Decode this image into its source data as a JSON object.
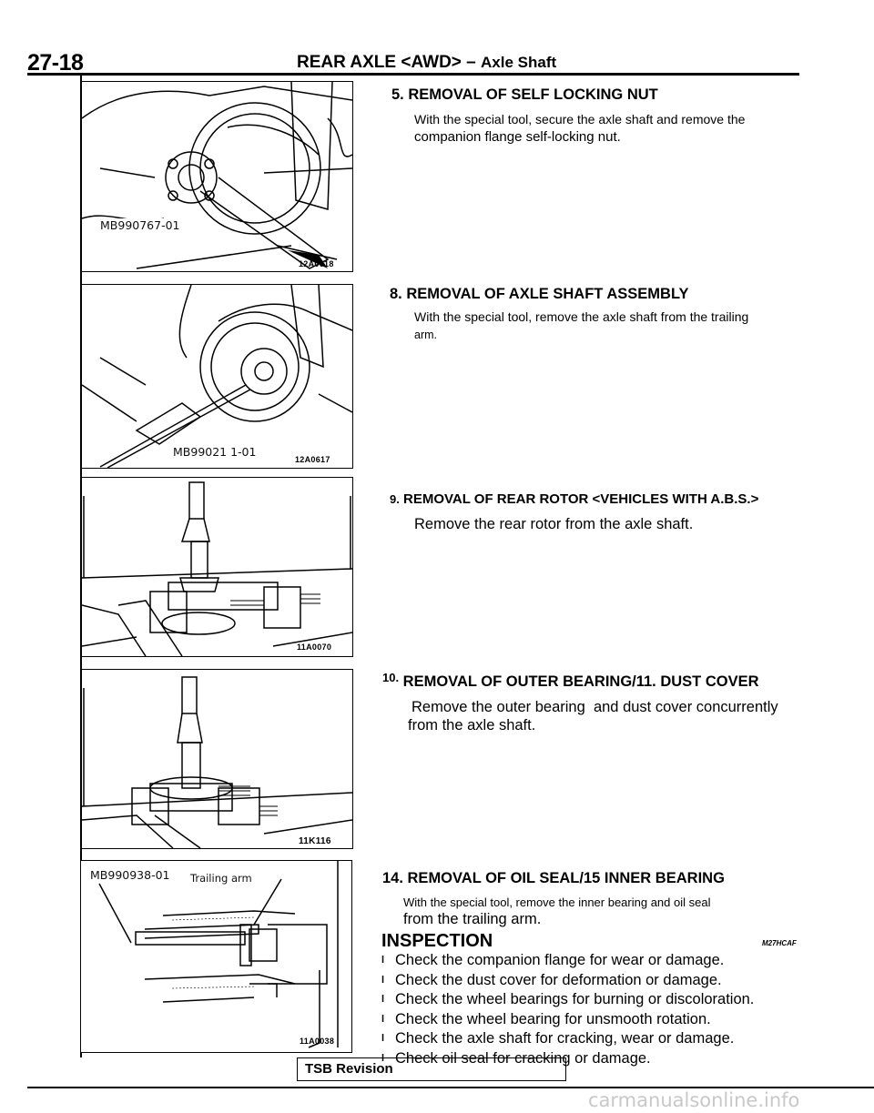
{
  "header": {
    "page_number": "27-18",
    "title_main": "REAR AXLE <AWD> – ",
    "title_sub": "Axle Shaft"
  },
  "figures": [
    {
      "caption": "MB990767-01",
      "code": "12A0618"
    },
    {
      "caption": "MB99021 1-01",
      "code": "12A0617"
    },
    {
      "caption": "",
      "code": "11A0070"
    },
    {
      "caption": "",
      "code": "11K116"
    },
    {
      "caption": "MB990938-01",
      "caption2": "Trailing arm",
      "code": "11A0038"
    }
  ],
  "sections": [
    {
      "heading": "5. REMOVAL OF SELF LOCKING NUT",
      "line1": "With the special tool, secure the axle shaft and remove the",
      "line2": "companion flange self-locking nut."
    },
    {
      "heading": "8. REMOVAL OF AXLE SHAFT ASSEMBLY",
      "line1": "With the special tool, remove the axle shaft from the trailing",
      "line2": "arm."
    },
    {
      "number": "9.",
      "heading": "REMOVAL OF REAR ROTOR <VEHICLES WITH A.B.S.>",
      "line1": "Remove the rear rotor from the axle shaft."
    },
    {
      "number": "10.",
      "heading": "REMOVAL OF OUTER BEARING/11. DUST COVER",
      "line1": "Remove the outer bearing  and dust cover concurrently",
      "line2": "from the axle shaft."
    },
    {
      "heading": "14. REMOVAL OF OIL SEAL/15 INNER BEARING",
      "line1": "With the special tool, remove the inner bearing and oil seal",
      "line2": "from the trailing arm."
    }
  ],
  "inspection": {
    "heading": "INSPECTION",
    "code": "M27HCAF",
    "bullet": "l",
    "items": [
      "Check the companion flange for wear or damage.",
      "Check the dust cover for deformation or damage.",
      "Check the wheel bearings for burning or discoloration.",
      "Check the wheel bearing for unsmooth rotation.",
      "Check the axle shaft for cracking, wear or damage.",
      "Check oil seal for cracking or damage."
    ]
  },
  "footer": {
    "tsb_label": "TSB Revision",
    "watermark": "carmanualsonline.info"
  }
}
